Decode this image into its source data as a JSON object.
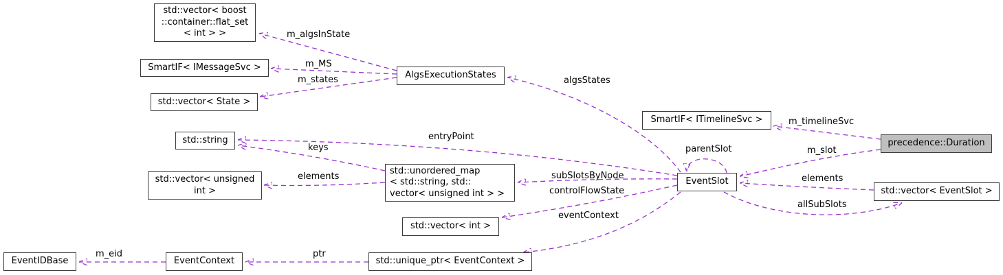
{
  "diagram": {
    "kind": "collaboration-graph",
    "colors": {
      "edge": "#9a32cd",
      "node_border": "#3c3c3c",
      "node_fill": "#ffffff",
      "highlighted_node_fill": "#bfbfbf",
      "text": "#000000",
      "background": "#ffffff"
    },
    "highlighted_node": "precedence::Duration",
    "nodes": [
      {
        "id": "vector-flat-set",
        "label": "std::vector< boost\n::container::flat_set\n< int > >"
      },
      {
        "id": "smartif-imessagesvc",
        "label": "SmartIF< IMessageSvc >"
      },
      {
        "id": "vector-state",
        "label": "std::vector< State >"
      },
      {
        "id": "std-string",
        "label": "std::string"
      },
      {
        "id": "vector-unsigned-int",
        "label": "std::vector< unsigned\nint >"
      },
      {
        "id": "algs-execution-states",
        "label": "AlgsExecutionStates"
      },
      {
        "id": "unordered-map",
        "label": "std::unordered_map\n< std::string, std::\nvector< unsigned int > >"
      },
      {
        "id": "vector-int",
        "label": "std::vector< int >"
      },
      {
        "id": "smartif-itimelinesvc",
        "label": "SmartIF< ITimelineSvc >"
      },
      {
        "id": "event-slot",
        "label": "EventSlot"
      },
      {
        "id": "precedence-duration",
        "label": "precedence::Duration",
        "highlighted": true
      },
      {
        "id": "vector-eventslot",
        "label": "std::vector< EventSlot >"
      },
      {
        "id": "event-id-base",
        "label": "EventIDBase"
      },
      {
        "id": "event-context",
        "label": "EventContext"
      },
      {
        "id": "unique-ptr-eventcontext",
        "label": "std::unique_ptr< EventContext >"
      }
    ],
    "edges": [
      {
        "label": "m_algsInState",
        "from": "algs-execution-states",
        "to": "vector-flat-set"
      },
      {
        "label": "m_MS",
        "from": "algs-execution-states",
        "to": "smartif-imessagesvc"
      },
      {
        "label": "m_states",
        "from": "algs-execution-states",
        "to": "vector-state"
      },
      {
        "label": "algsStates",
        "from": "event-slot",
        "to": "algs-execution-states"
      },
      {
        "label": "entryPoint",
        "from": "event-slot",
        "to": "std-string"
      },
      {
        "label": "keys",
        "from": "unordered-map",
        "to": "std-string"
      },
      {
        "label": "elements",
        "from": "unordered-map",
        "to": "vector-unsigned-int"
      },
      {
        "label": "subSlotsByNode",
        "from": "event-slot",
        "to": "unordered-map"
      },
      {
        "label": "controlFlowState",
        "from": "event-slot",
        "to": "vector-int"
      },
      {
        "label": "eventContext",
        "from": "event-slot",
        "to": "unique-ptr-eventcontext"
      },
      {
        "label": "parentSlot",
        "from": "event-slot",
        "to": "event-slot"
      },
      {
        "label": "m_timelineSvc",
        "from": "precedence-duration",
        "to": "smartif-itimelinesvc"
      },
      {
        "label": "m_slot",
        "from": "precedence-duration",
        "to": "event-slot"
      },
      {
        "label": "elements",
        "from": "vector-eventslot",
        "to": "event-slot"
      },
      {
        "label": "allSubSlots",
        "from": "event-slot",
        "to": "vector-eventslot"
      },
      {
        "label": "ptr",
        "from": "unique-ptr-eventcontext",
        "to": "event-context"
      },
      {
        "label": "m_eid",
        "from": "event-context",
        "to": "event-id-base"
      }
    ]
  }
}
